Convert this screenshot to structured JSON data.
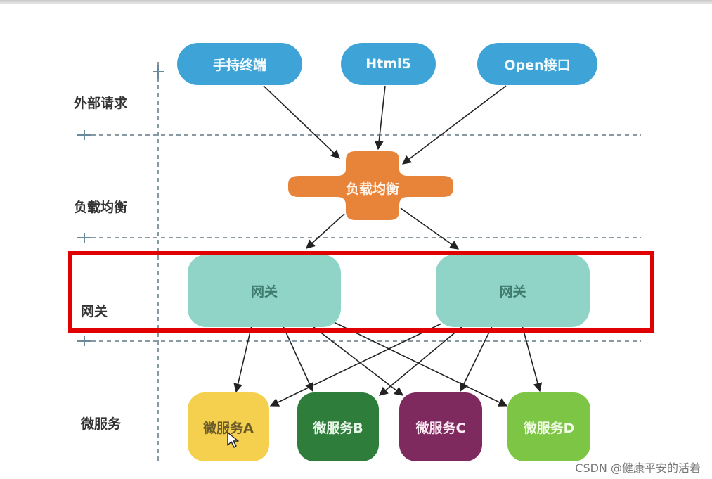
{
  "layers": [
    {
      "label": "外部请求"
    },
    {
      "label": "负载均衡"
    },
    {
      "label": "网关"
    },
    {
      "label": "微服务"
    }
  ],
  "clients": [
    {
      "label": "手持终端"
    },
    {
      "label": "Html5"
    },
    {
      "label": "Open接口"
    }
  ],
  "load_balancer": {
    "label": "负载均衡",
    "color": "#e8833a"
  },
  "gateways": [
    {
      "label": "网关"
    },
    {
      "label": "网关"
    }
  ],
  "services": [
    {
      "label": "微服务A",
      "color": "#f5d04e",
      "text_color": "#6b5a2a"
    },
    {
      "label": "微服务B",
      "color": "#2e7d3a",
      "text_color": "#e8f5e9"
    },
    {
      "label": "微服务C",
      "color": "#7e2a5e",
      "text_color": "#fbe9f3"
    },
    {
      "label": "微服务D",
      "color": "#7dc645",
      "text_color": "#f1fbe6"
    }
  ],
  "colors": {
    "client": "#3ea4d8",
    "gateway": "#8fd4c7",
    "highlight": "#e00000",
    "divider": "#8a9aa3"
  },
  "watermark": "CSDN @健康平安的活着"
}
